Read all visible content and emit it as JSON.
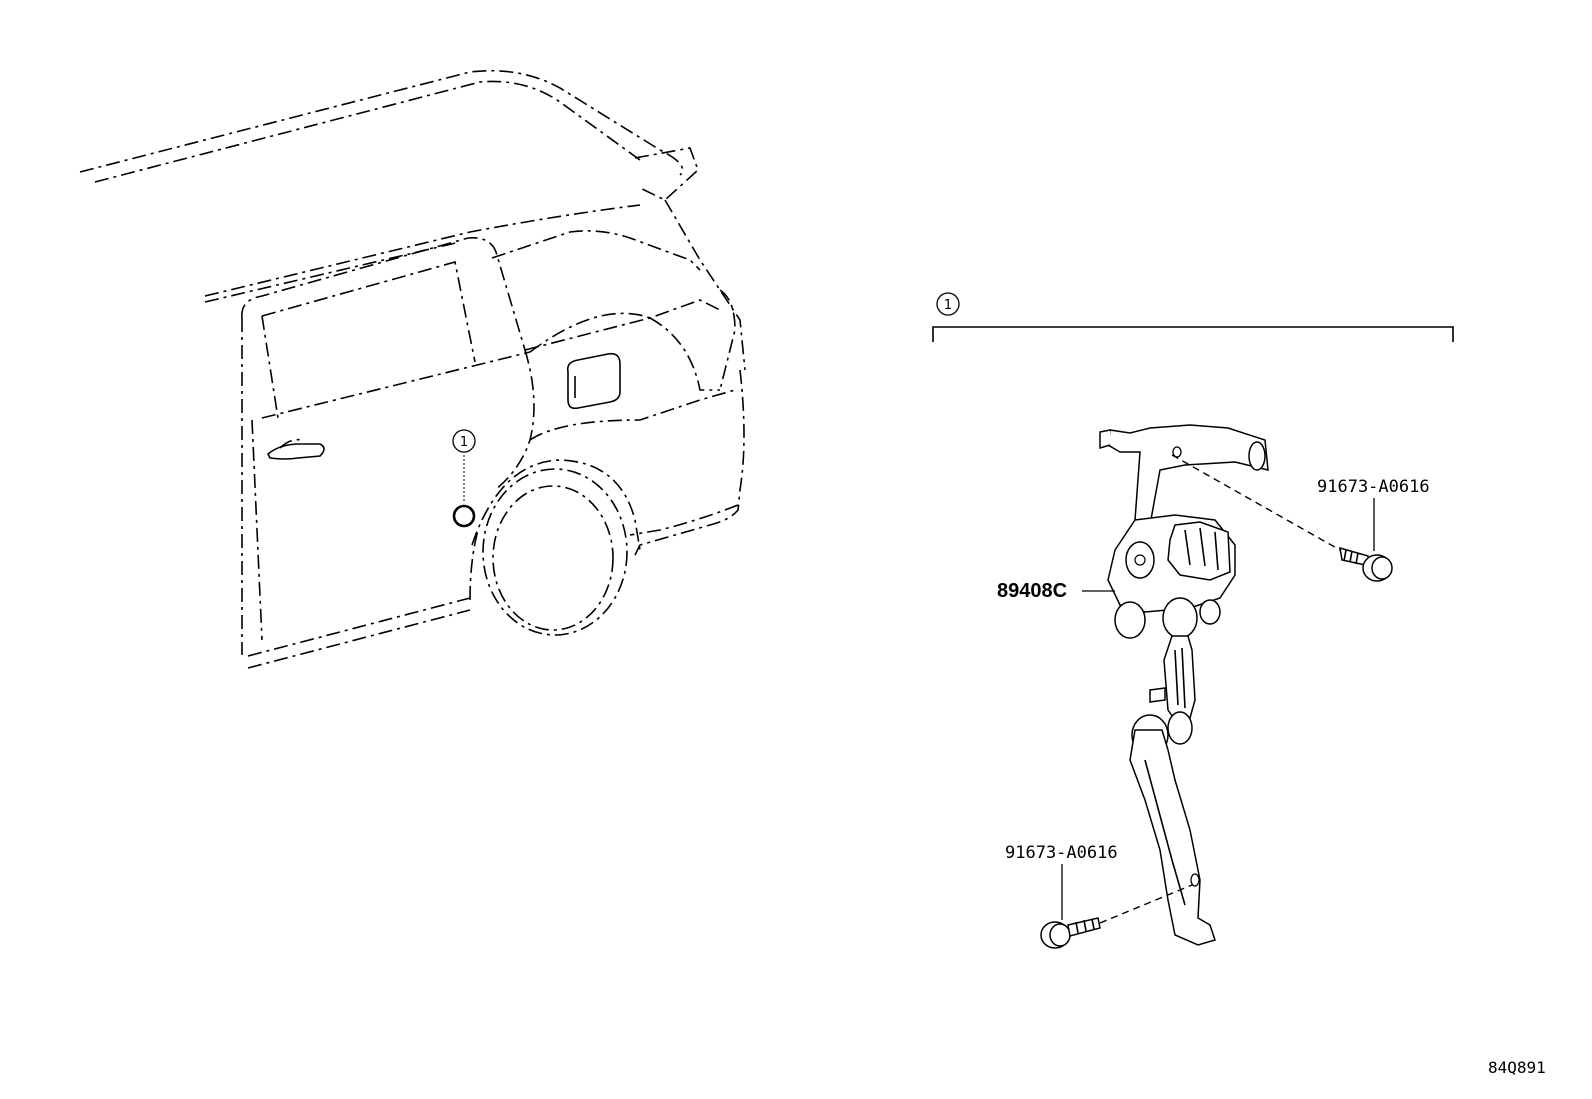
{
  "callout_number": "1",
  "labels": {
    "sensor_part": "89408C",
    "bolt_upper": "91673-A0616",
    "bolt_lower": "91673-A0616"
  },
  "diagram_ref": "84Q891"
}
